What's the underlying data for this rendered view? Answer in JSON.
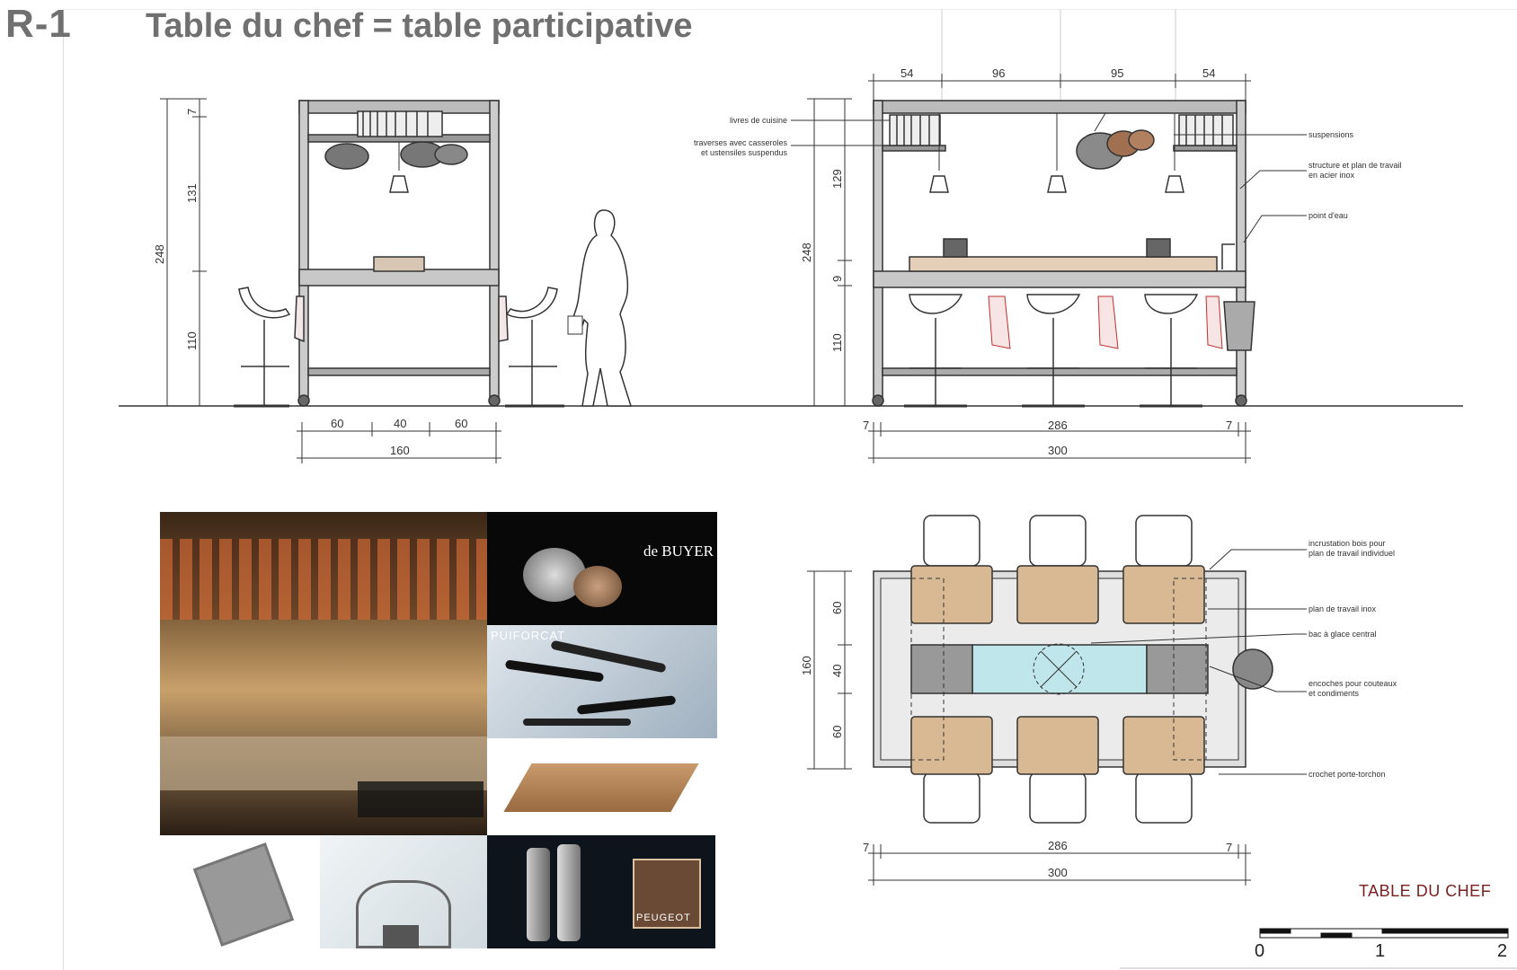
{
  "header": {
    "sheet_code": "R-1",
    "title": "Table du chef = table participative"
  },
  "side_elevation": {
    "dims_vertical": [
      "7",
      "131",
      "248",
      "110"
    ],
    "dims_horizontal": [
      "60",
      "40",
      "60",
      "160"
    ]
  },
  "front_elevation": {
    "dims_top": [
      "54",
      "96",
      "95",
      "54"
    ],
    "dims_vertical": [
      "129",
      "248",
      "9",
      "110"
    ],
    "dims_bottom": [
      "7",
      "286",
      "7",
      "300"
    ],
    "labels": {
      "livres": "livres de cuisine",
      "traverses_1": "traverses avec casseroles",
      "traverses_2": "et ustensiles suspendus",
      "suspensions": "suspensions",
      "structure_1": "structure et plan de travail",
      "structure_2": "en acier inox",
      "point_eau": "point d'eau"
    }
  },
  "plan_view": {
    "dims_vertical": [
      "60",
      "160",
      "40",
      "60"
    ],
    "dims_bottom": [
      "7",
      "286",
      "7",
      "300"
    ],
    "labels": {
      "incrustation_1": "incrustation bois pour",
      "incrustation_2": "plan de travail individuel",
      "plan_inox": "plan de travail inox",
      "bac": "bac à glace central",
      "encoches_1": "encoches pour couteaux",
      "encoches_2": "et condiments",
      "crochet": "crochet porte-torchon"
    }
  },
  "photos": {
    "brand_debuyer": "de BUYER",
    "brand_puiforcat": "PUIFORCAT",
    "brand_peugeot": "PEUGEOT"
  },
  "footer": {
    "stamp": "TABLE DU CHEF",
    "scale": [
      "0",
      "1",
      "2"
    ]
  },
  "colors": {
    "title_gray": "#707070",
    "stamp_red": "#7a1f1f",
    "ice_blue": "#bfe6ea",
    "wood": "#d9b894"
  }
}
